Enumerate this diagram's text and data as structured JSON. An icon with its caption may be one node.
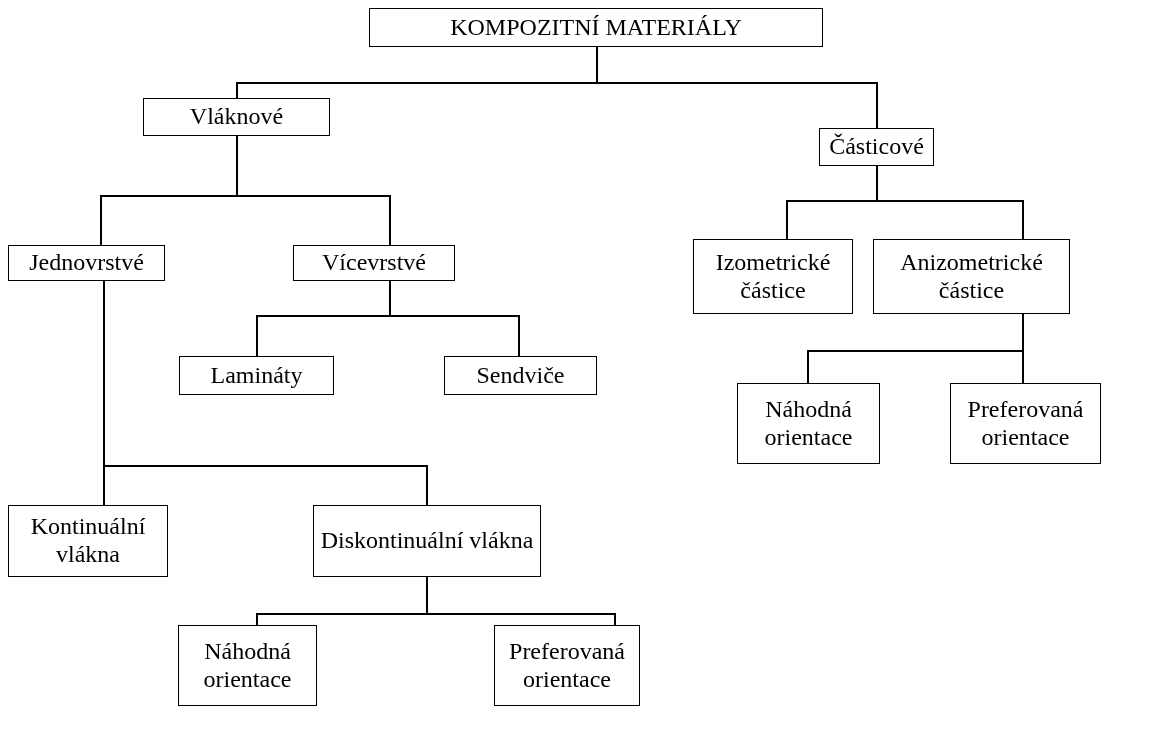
{
  "diagram": {
    "nodes": [
      {
        "text": [
          "KOMPOZITNÍ MATERIÁLY"
        ]
      },
      {
        "text": [
          "Vláknové"
        ]
      },
      {
        "text": [
          "Částicové"
        ]
      },
      {
        "text": [
          "Jednovrstvé"
        ]
      },
      {
        "text": [
          "Vícevrstvé"
        ]
      },
      {
        "text": [
          "Lamináty"
        ]
      },
      {
        "text": [
          "Sendviče"
        ]
      },
      {
        "text": [
          "Izometrické částice"
        ]
      },
      {
        "text": [
          "Anizometrické částice"
        ]
      },
      {
        "text": [
          "Kontinuální vlákna"
        ]
      },
      {
        "text": [
          "Diskontinuální vlákna"
        ]
      },
      {
        "text": [
          "Náhodná orientace"
        ]
      },
      {
        "text": [
          "Preferovaná orientace"
        ]
      },
      {
        "text": [
          "Náhodná orientace"
        ]
      },
      {
        "text": [
          "Preferovaná orientace"
        ]
      }
    ],
    "edges": [
      {
        "from": 0,
        "to": 1,
        "arrow": "none"
      },
      {
        "from": 0,
        "to": 2,
        "arrow": "none"
      },
      {
        "from": 1,
        "to": 3,
        "arrow": "none"
      },
      {
        "from": 1,
        "to": 4,
        "arrow": "none"
      },
      {
        "from": 4,
        "to": 5,
        "arrow": "none"
      },
      {
        "from": 4,
        "to": 6,
        "arrow": "none"
      },
      {
        "from": 2,
        "to": 7,
        "arrow": "none"
      },
      {
        "from": 2,
        "to": 8,
        "arrow": "none"
      },
      {
        "from": 3,
        "to": 9,
        "arrow": "none"
      },
      {
        "from": 3,
        "to": 10,
        "arrow": "none"
      },
      {
        "from": 10,
        "to": 11,
        "arrow": "none"
      },
      {
        "from": 10,
        "to": 12,
        "arrow": "none"
      },
      {
        "from": 8,
        "to": 13,
        "arrow": "none"
      },
      {
        "from": 8,
        "to": 14,
        "arrow": "none"
      }
    ]
  }
}
